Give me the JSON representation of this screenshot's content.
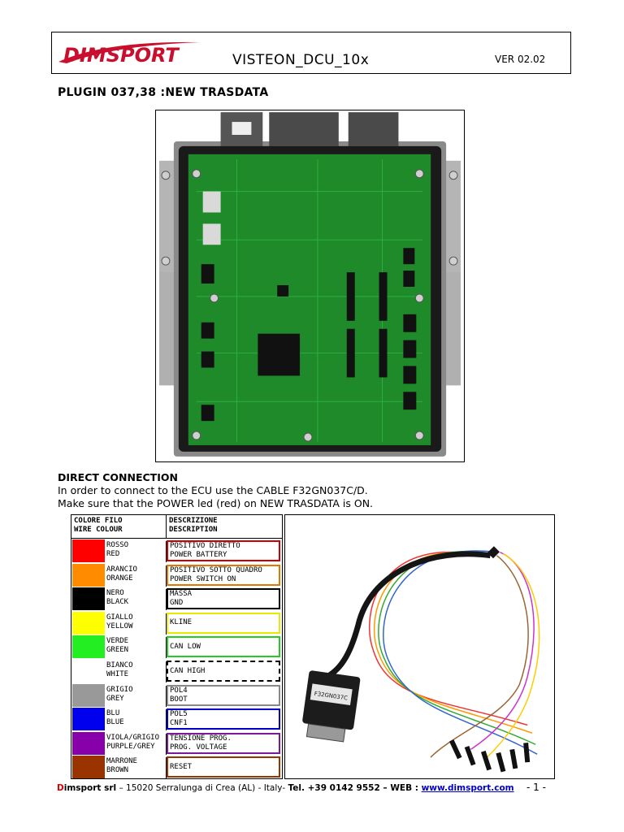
{
  "header": {
    "logo_text": "DIMSPORT",
    "title": "VISTEON_DCU_10x",
    "version": "VER 02.02"
  },
  "plugin_title": "PLUGIN 037,38 :NEW TRASDATA",
  "direct_connection": {
    "title": "DIRECT CONNECTION",
    "line1": "In order to connect to the ECU use the CABLE F32GN037C/D.",
    "line2": "Make sure that the POWER led (red) on NEW TRASDATA is ON."
  },
  "wire_table": {
    "header_col1": [
      "COLORE FILO",
      "WIRE COLOUR"
    ],
    "header_col2": [
      "DESCRIZIONE",
      "DESCRIPTION"
    ],
    "rows": [
      {
        "it": "ROSSO",
        "en": "RED",
        "d1": "POSITIVO DIRETTO",
        "d2": "POWER BATTERY",
        "color": "#ff0000",
        "border": "#cc0000"
      },
      {
        "it": "ARANCIO",
        "en": "ORANGE",
        "d1": "POSITIVO SOTTO QUADRO",
        "d2": "POWER SWITCH ON",
        "color": "#ff8c00",
        "border": "#e07800"
      },
      {
        "it": "NERO",
        "en": "BLACK",
        "d1": "MASSA",
        "d2": "GND",
        "color": "#000000",
        "border": "#000000"
      },
      {
        "it": "GIALLO",
        "en": "YELLOW",
        "d1": "KLINE",
        "d2": "",
        "color": "#ffff00",
        "border": "#e8e800"
      },
      {
        "it": "VERDE",
        "en": "GREEN",
        "d1": "CAN LOW",
        "d2": "",
        "color": "#22ee22",
        "border": "#22cc22"
      },
      {
        "it": "BIANCO",
        "en": "WHITE",
        "d1": "CAN HIGH",
        "d2": "",
        "color": "#ffffff",
        "border": "#000000"
      },
      {
        "it": "GRIGIO",
        "en": "GREY",
        "d1": "POL4",
        "d2": "BOOT",
        "color": "#999999",
        "border": "#888888"
      },
      {
        "it": "BLU",
        "en": "BLUE",
        "d1": "POL5",
        "d2": "CNF1",
        "color": "#0000ee",
        "border": "#0000cc"
      },
      {
        "it": "VIOLA/GRIGIO",
        "en": "PURPLE/GREY",
        "d1": "TENSIONE PROG.",
        "d2": "PROG. VOLTAGE",
        "color": "#8800aa",
        "border": "#7a1a9a"
      },
      {
        "it": "MARRONE",
        "en": "BROWN",
        "d1": "RESET",
        "d2": "",
        "color": "#993300",
        "border": "#993300"
      }
    ]
  },
  "cable_label": "F32GN037C",
  "footer": {
    "brand_initial": "D",
    "brand_rest": "imsport srl",
    "address": " – 15020 Serralunga di Crea (AL) - Italy- ",
    "tel": "Tel. +39 0142 9552 – WEB : ",
    "web": "www.dimsport.com",
    "page": "- 1 -"
  }
}
